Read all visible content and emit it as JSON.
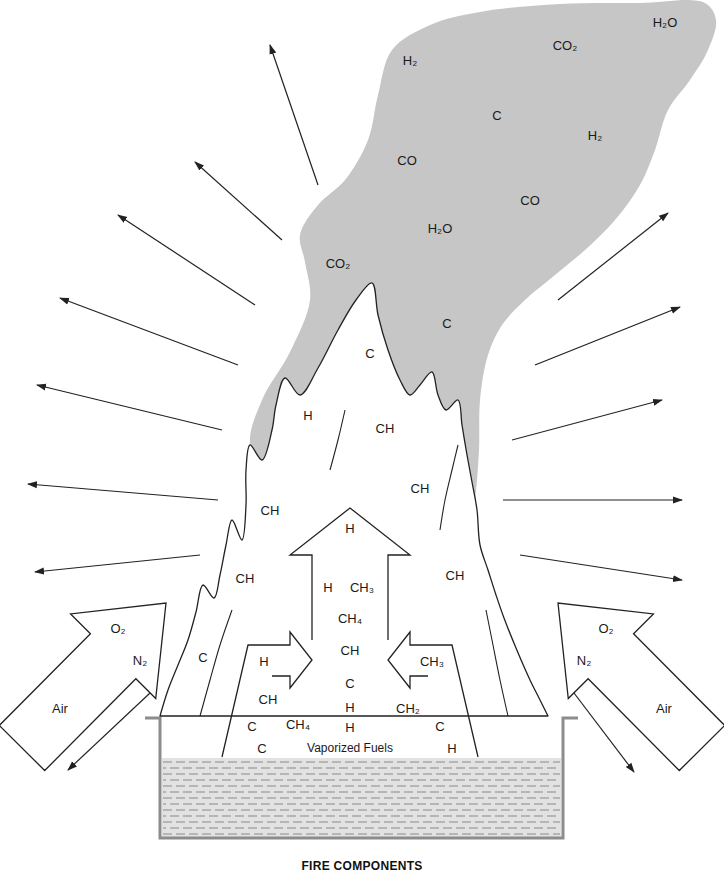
{
  "diagram": {
    "title": "FIRE COMPONENTS",
    "nodes": [
      {
        "text": [
          "H₂",
          "CO₂",
          "H₂O",
          "C",
          "H₂",
          "CO",
          "CO",
          "H₂O",
          "CO₂",
          "C"
        ]
      },
      {
        "text": [
          "C",
          "H",
          "CH",
          "CH",
          "CH",
          "CH",
          "CH",
          "C"
        ]
      },
      {
        "text": [
          "H",
          "H",
          "CH₃",
          "CH₄",
          "CH",
          "H",
          "CH₃",
          "C",
          "CH",
          "CH₂",
          "H",
          "C",
          "CH₄",
          "C",
          "H",
          "C",
          "Vaporized Fuels",
          "H"
        ]
      },
      {
        "text": [
          "O₂",
          "N₂",
          "Air"
        ]
      },
      {
        "text": [
          "O₂",
          "N₂",
          "Air"
        ]
      }
    ]
  }
}
